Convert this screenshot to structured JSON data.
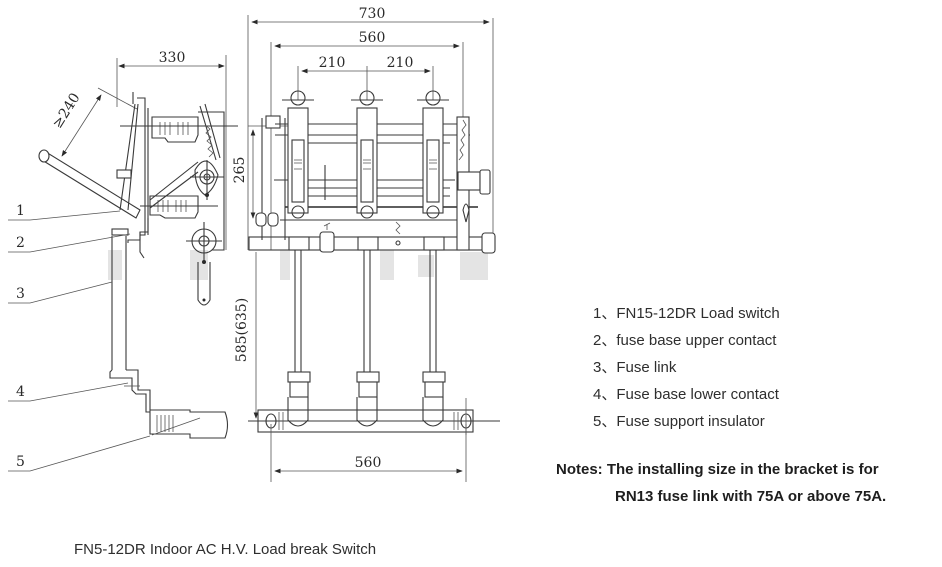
{
  "diagram": {
    "title": "FN5-12DR Indoor AC H.V. Load break Switch",
    "dimensions": {
      "overall_width": "730",
      "mount_width_top": "560",
      "phase_spacing_left": "210",
      "phase_spacing_right": "210",
      "side_depth": "330",
      "handle_clearance": "≥240",
      "upper_height": "265",
      "lower_height": "585(635)",
      "mount_width_bottom": "560"
    },
    "callouts": [
      "1",
      "2",
      "3",
      "4",
      "5"
    ],
    "legend": [
      {
        "num": "1、",
        "label": "FN15-12DR Load switch"
      },
      {
        "num": "2、",
        "label": "fuse base upper contact"
      },
      {
        "num": "3、",
        "label": "Fuse link"
      },
      {
        "num": "4、",
        "label": "Fuse base lower contact"
      },
      {
        "num": "5、",
        "label": "Fuse support insulator"
      }
    ],
    "notes": {
      "line1": "Notes: The installing size in the bracket is for",
      "line2": "RN13 fuse link with 75A or above 75A."
    }
  }
}
